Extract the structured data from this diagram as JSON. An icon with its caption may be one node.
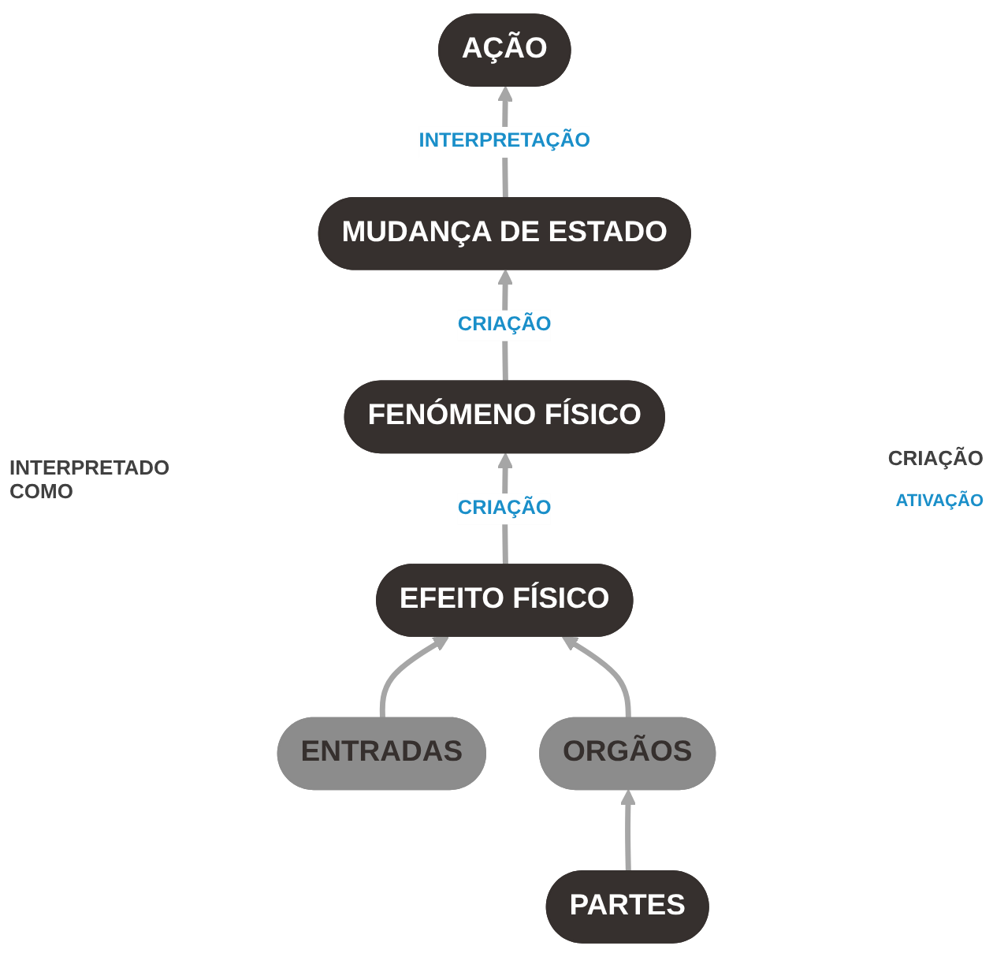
{
  "diagram": {
    "nodes": [
      {
        "text": [
          "AÇÃO"
        ]
      },
      {
        "text": [
          "MUDANÇA DE ESTADO"
        ]
      },
      {
        "text": [
          "FENÓMENO FÍSICO"
        ]
      },
      {
        "text": [
          "EFEITO FÍSICO"
        ]
      },
      {
        "text": [
          "ENTRADAS"
        ]
      },
      {
        "text": [
          "ORGÃOS"
        ]
      },
      {
        "text": [
          "PARTES"
        ]
      }
    ],
    "edges": [
      {
        "from": 1,
        "to": 0,
        "arrow": "to",
        "label": "INTERPRETAÇÃO"
      },
      {
        "from": 2,
        "to": 1,
        "arrow": "to",
        "label": "CRIAÇÃO"
      },
      {
        "from": 3,
        "to": 2,
        "arrow": "to",
        "label": "CRIAÇÃO"
      },
      {
        "from": 4,
        "to": 3,
        "arrow": "to"
      },
      {
        "from": 5,
        "to": 3,
        "arrow": "to"
      },
      {
        "from": 6,
        "to": 5,
        "arrow": "to"
      }
    ],
    "labels": [
      "INTERPRETADO COMO",
      "CRIAÇÃO",
      "ATIVAÇÃO"
    ]
  }
}
